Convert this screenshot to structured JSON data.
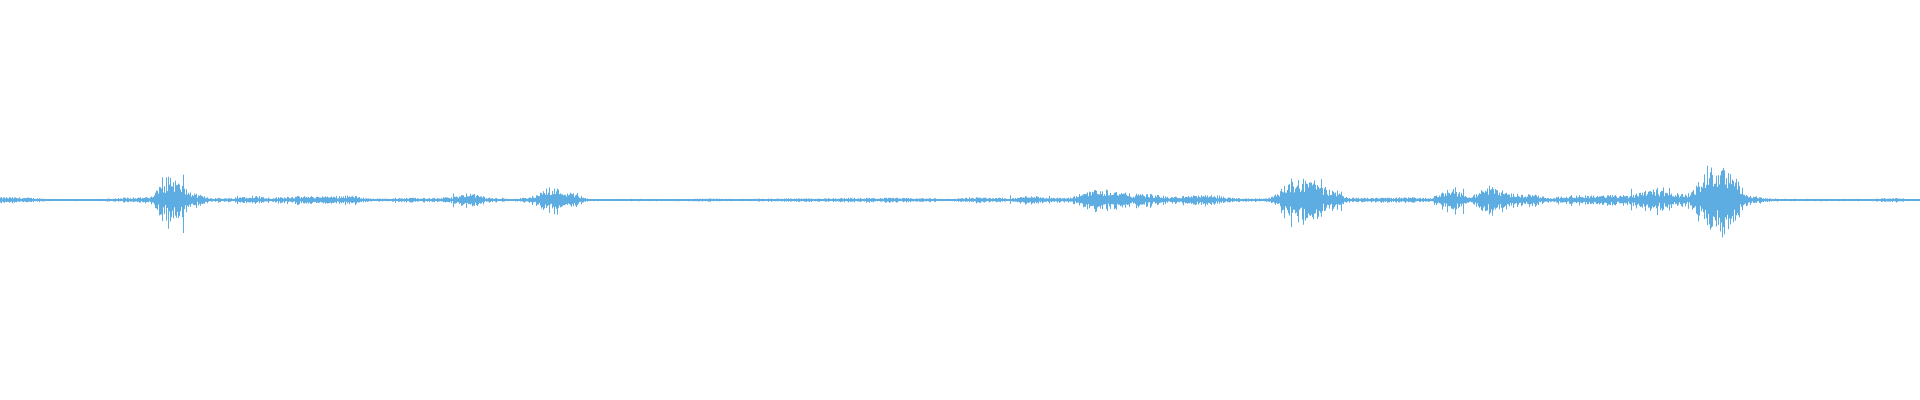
{
  "chart_data": {
    "type": "area",
    "title": "",
    "xlabel": "",
    "ylabel": "",
    "ylim": [
      -1,
      1
    ],
    "grid": false,
    "color": "#5dade2",
    "background": "#ffffff",
    "envelope_peak_amplitude": [
      0.015,
      0.012,
      0.006,
      0.005,
      0.005,
      0.008,
      0.015,
      0.015,
      0.13,
      0.04,
      0.012,
      0.01,
      0.025,
      0.012,
      0.02,
      0.02,
      0.02,
      0.025,
      0.008,
      0.008,
      0.012,
      0.01,
      0.015,
      0.035,
      0.012,
      0.006,
      0.015,
      0.07,
      0.04,
      0.006,
      0.005,
      0.006,
      0.006,
      0.005,
      0.006,
      0.008,
      0.006,
      0.006,
      0.008,
      0.008,
      0.008,
      0.01,
      0.012,
      0.01,
      0.012,
      0.01,
      0.01,
      0.005,
      0.015,
      0.012,
      0.008,
      0.025,
      0.012,
      0.012,
      0.055,
      0.055,
      0.032,
      0.032,
      0.015,
      0.025,
      0.025,
      0.012,
      0.008,
      0.012,
      0.1,
      0.115,
      0.05,
      0.015,
      0.012,
      0.012,
      0.015,
      0.01,
      0.065,
      0.015,
      0.08,
      0.035,
      0.03,
      0.012,
      0.025,
      0.025,
      0.025,
      0.025,
      0.065,
      0.035,
      0.035,
      0.175,
      0.145,
      0.02,
      0.008,
      0.006,
      0.006,
      0.006,
      0.006,
      0.005,
      0.012,
      0.006
    ]
  }
}
